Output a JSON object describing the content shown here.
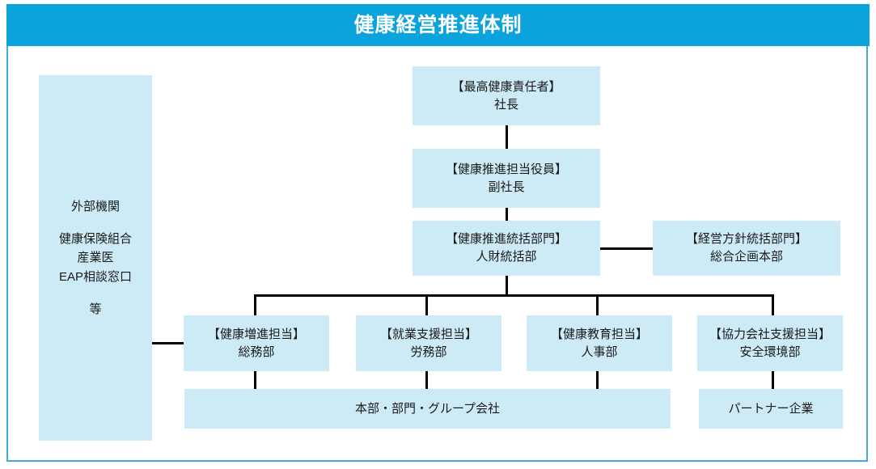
{
  "header": {
    "title": "健康経営推進体制"
  },
  "colors": {
    "banner": "#0aa3dc",
    "box_fill": "#cdeaf7",
    "frame_border": "#4aa8d8",
    "connector": "#000000",
    "title_text": "#ffffff",
    "body_text": "#1a1a1a"
  },
  "external_panel": {
    "heading": "外部機関",
    "items": [
      "健康保険組合",
      "産業医",
      "EAP相談窓口"
    ],
    "footer": "等"
  },
  "nodes": {
    "ceo": {
      "role": "【最高健康責任者】",
      "title": "社長"
    },
    "exec": {
      "role": "【健康推進担当役員】",
      "title": "副社長"
    },
    "hr_hq": {
      "role": "【健康推進統括部門】",
      "title": "人財統括部"
    },
    "planning_hq": {
      "role": "【経営方針統括部門】",
      "title": "総合企画本部"
    },
    "dept1": {
      "role": "【健康増進担当】",
      "title": "総務部"
    },
    "dept2": {
      "role": "【就業支援担当】",
      "title": "労務部"
    },
    "dept3": {
      "role": "【健康教育担当】",
      "title": "人事部"
    },
    "dept4": {
      "role": "【協力会社支援担当】",
      "title": "安全環境部"
    },
    "group_companies": {
      "title": "本部・部門・グループ会社"
    },
    "partner_companies": {
      "title": "パートナー企業"
    }
  }
}
